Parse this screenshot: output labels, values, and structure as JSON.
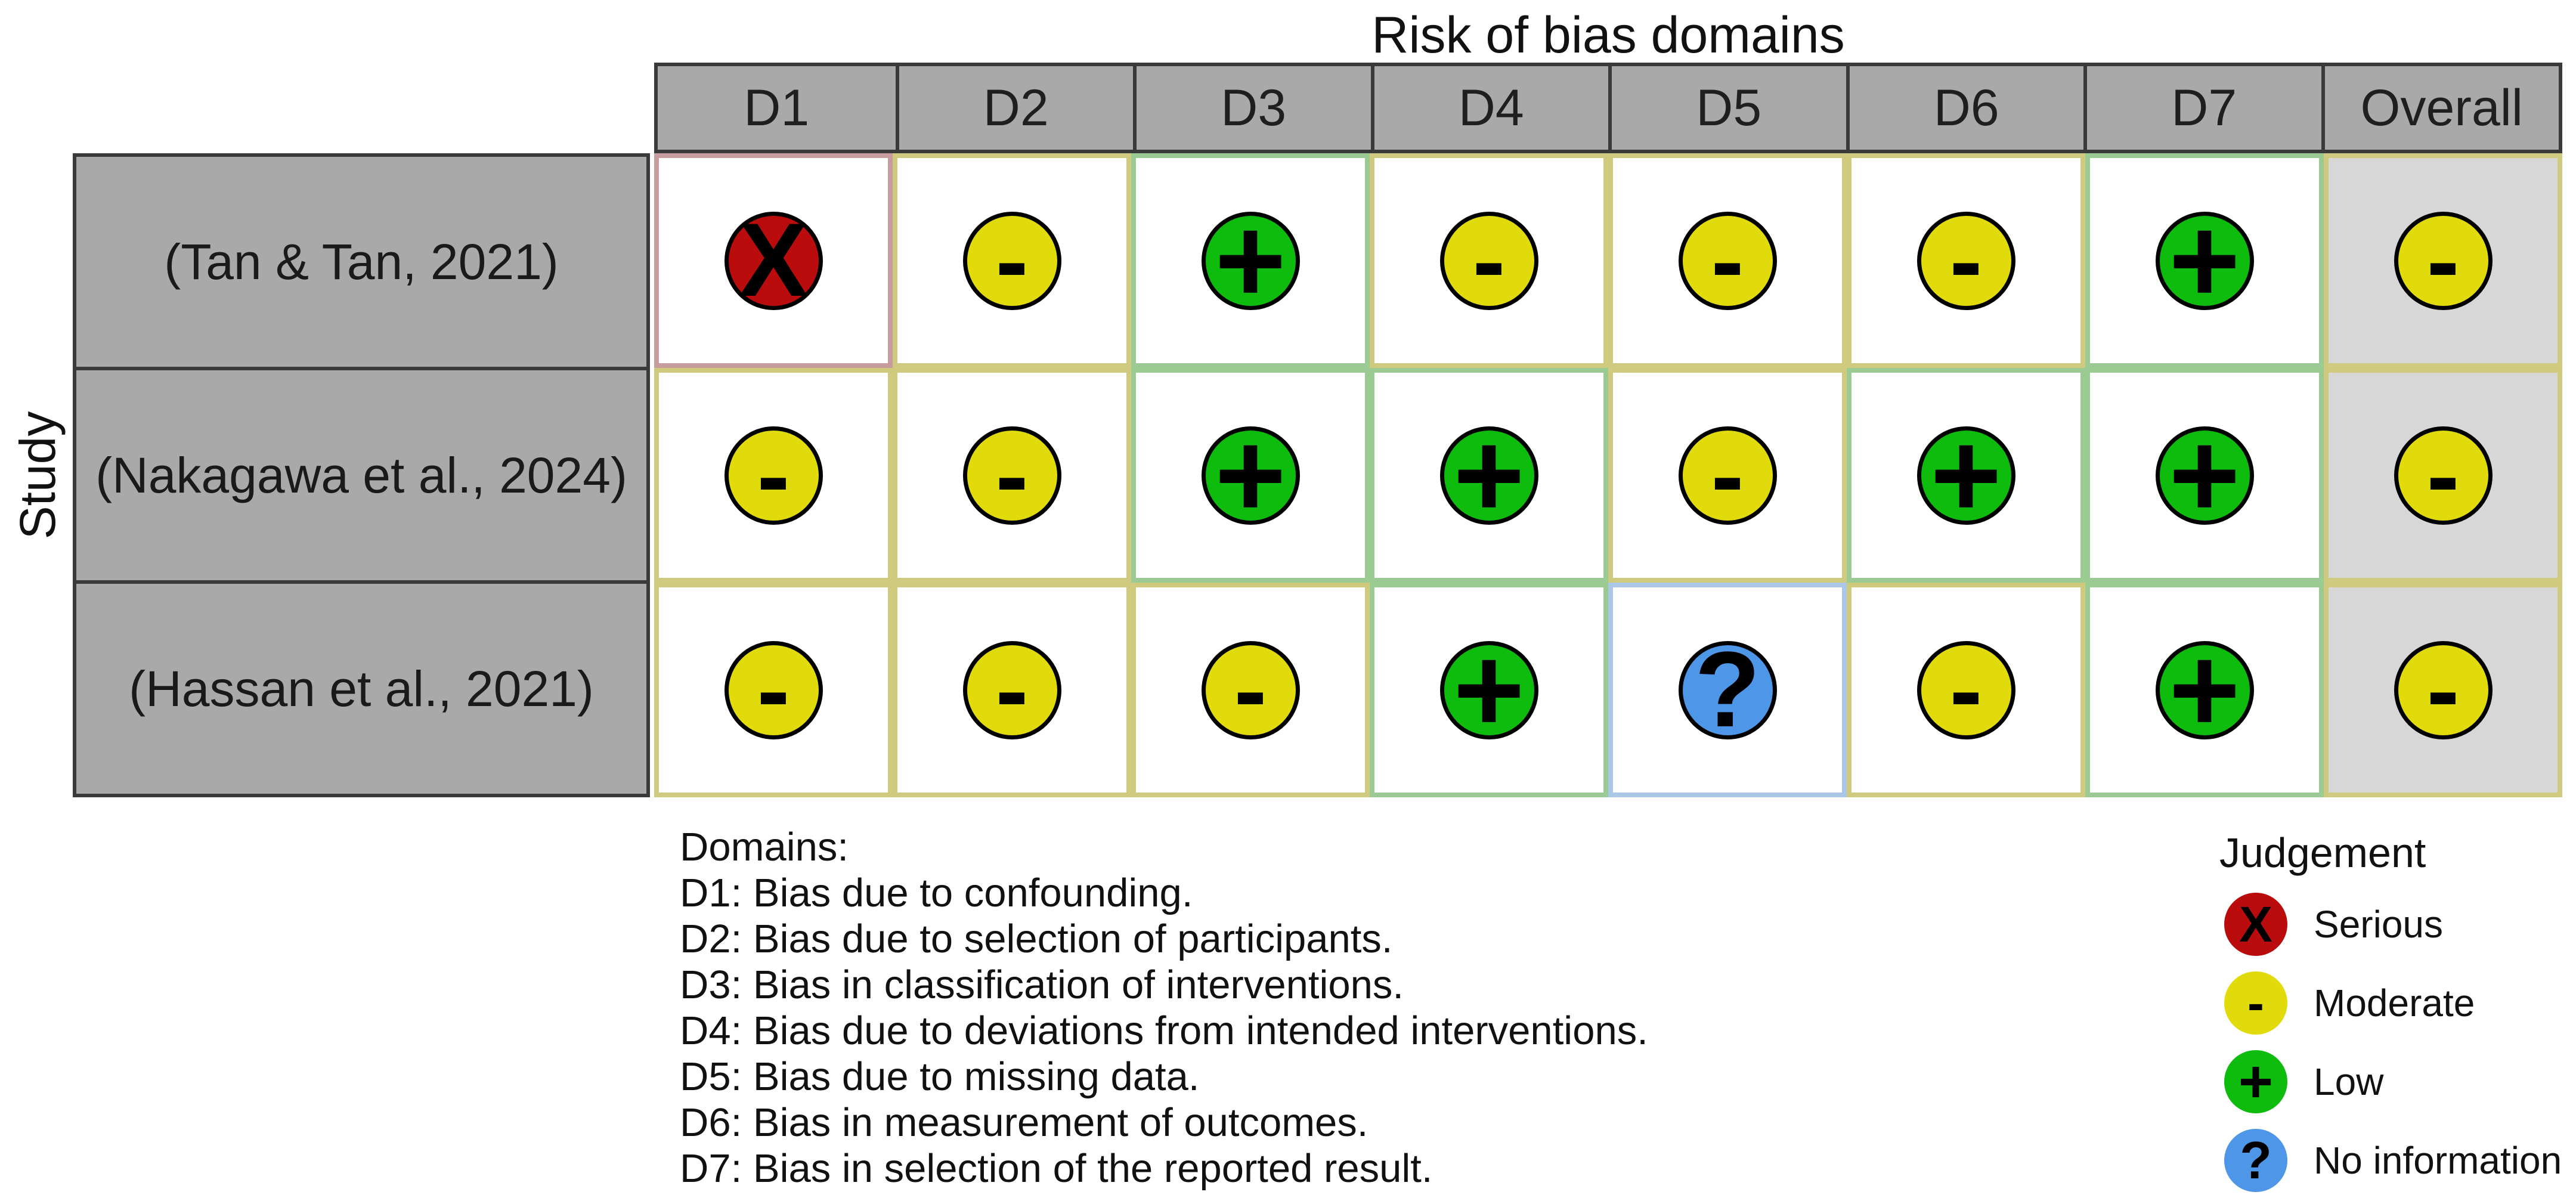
{
  "title": "Risk of bias domains",
  "study_axis_label": "Study",
  "columns": [
    "D1",
    "D2",
    "D3",
    "D4",
    "D5",
    "D6",
    "D7",
    "Overall"
  ],
  "studies": [
    {
      "label": "(Tan & Tan, 2021)",
      "judgements": [
        "serious",
        "moderate",
        "low",
        "moderate",
        "moderate",
        "moderate",
        "low",
        "moderate"
      ]
    },
    {
      "label": "(Nakagawa et al., 2024)",
      "judgements": [
        "moderate",
        "moderate",
        "low",
        "low",
        "moderate",
        "low",
        "low",
        "moderate"
      ]
    },
    {
      "label": "(Hassan et al., 2021)",
      "judgements": [
        "moderate",
        "moderate",
        "moderate",
        "low",
        "no_information",
        "moderate",
        "low",
        "moderate"
      ]
    }
  ],
  "judgements": {
    "serious": {
      "label": "Serious",
      "symbol": "X",
      "fill": "#BA0C0C",
      "tint": "#C89C9C"
    },
    "moderate": {
      "label": "Moderate",
      "symbol": "-",
      "fill": "#E2DB0B",
      "tint": "#CFCA7E"
    },
    "low": {
      "label": "Low",
      "symbol": "+",
      "fill": "#0DBC0D",
      "tint": "#9BCB93"
    },
    "no_information": {
      "label": "No information",
      "symbol": "?",
      "fill": "#4D96E8",
      "tint": "#ABC7E7"
    }
  },
  "colors": {
    "header_fill": "#A9A9A9",
    "dark_border": "#3A3A3A",
    "overall_column_fill": "#D7D7D7",
    "cell_fill": "#FFFFFF"
  },
  "domains_legend": {
    "heading": "Domains:",
    "items": [
      "D1: Bias due to confounding.",
      "D2: Bias due to selection of participants.",
      "D3: Bias in classification of interventions.",
      "D4: Bias due to deviations from intended interventions.",
      "D5: Bias due to missing data.",
      "D6: Bias in measurement of outcomes.",
      "D7: Bias in selection of the reported result."
    ]
  },
  "judgement_legend": {
    "heading": "Judgement",
    "items": [
      {
        "key": "serious",
        "label": "Serious"
      },
      {
        "key": "moderate",
        "label": "Moderate"
      },
      {
        "key": "low",
        "label": "Low"
      },
      {
        "key": "no_information",
        "label": "No information"
      }
    ]
  },
  "chart_data": {
    "type": "heatmap",
    "title": "Risk of bias domains",
    "y_axis_label": "Study",
    "columns": [
      "D1",
      "D2",
      "D3",
      "D4",
      "D5",
      "D6",
      "D7",
      "Overall"
    ],
    "rows": [
      "(Tan & Tan, 2021)",
      "(Nakagawa et al., 2024)",
      "(Hassan et al., 2021)"
    ],
    "values": [
      [
        "Serious",
        "Moderate",
        "Low",
        "Moderate",
        "Moderate",
        "Moderate",
        "Low",
        "Moderate"
      ],
      [
        "Moderate",
        "Moderate",
        "Low",
        "Low",
        "Moderate",
        "Low",
        "Low",
        "Moderate"
      ],
      [
        "Moderate",
        "Moderate",
        "Moderate",
        "Low",
        "No information",
        "Moderate",
        "Low",
        "Moderate"
      ]
    ],
    "legend_entries": [
      "Serious",
      "Moderate",
      "Low",
      "No information"
    ],
    "legend_position": "bottom-right",
    "grid": "on"
  }
}
